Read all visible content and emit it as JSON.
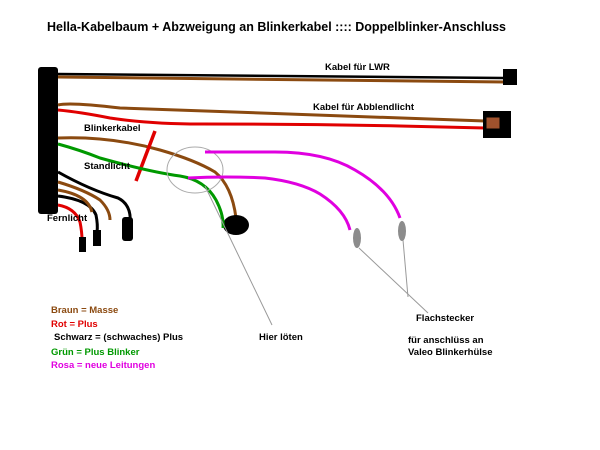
{
  "title": "Hella-Kabelbaum + Abzweigung an Blinkerkabel   :::: Doppelblinker-Anschluss",
  "labels": {
    "lwr": "Kabel für LWR",
    "abblend": "Kabel für Abblendlicht",
    "blinker": "Blinkerkabel",
    "stand": "Standlicht",
    "fern": "Fernlicht",
    "loeten": "Hier löten",
    "flach": "Flachstecker",
    "valeo1": "für anschlüss an",
    "valeo2": "Valeo Blinkerhülse"
  },
  "legend": [
    {
      "text": "Braun = Masse",
      "color": "#8b4a10"
    },
    {
      "text": "Rot = Plus",
      "color": "#e00000"
    },
    {
      "text": "Schwarz = (schwaches) Plus",
      "color": "#000000"
    },
    {
      "text": "Grün = Plus Blinker",
      "color": "#009900"
    },
    {
      "text": "Rosa = neue Leitungen",
      "color": "#e000e0"
    }
  ],
  "colors": {
    "brown": "#8b4a10",
    "red": "#e00000",
    "black": "#000000",
    "green": "#009900",
    "pink": "#e000e0",
    "grey": "#999999"
  }
}
